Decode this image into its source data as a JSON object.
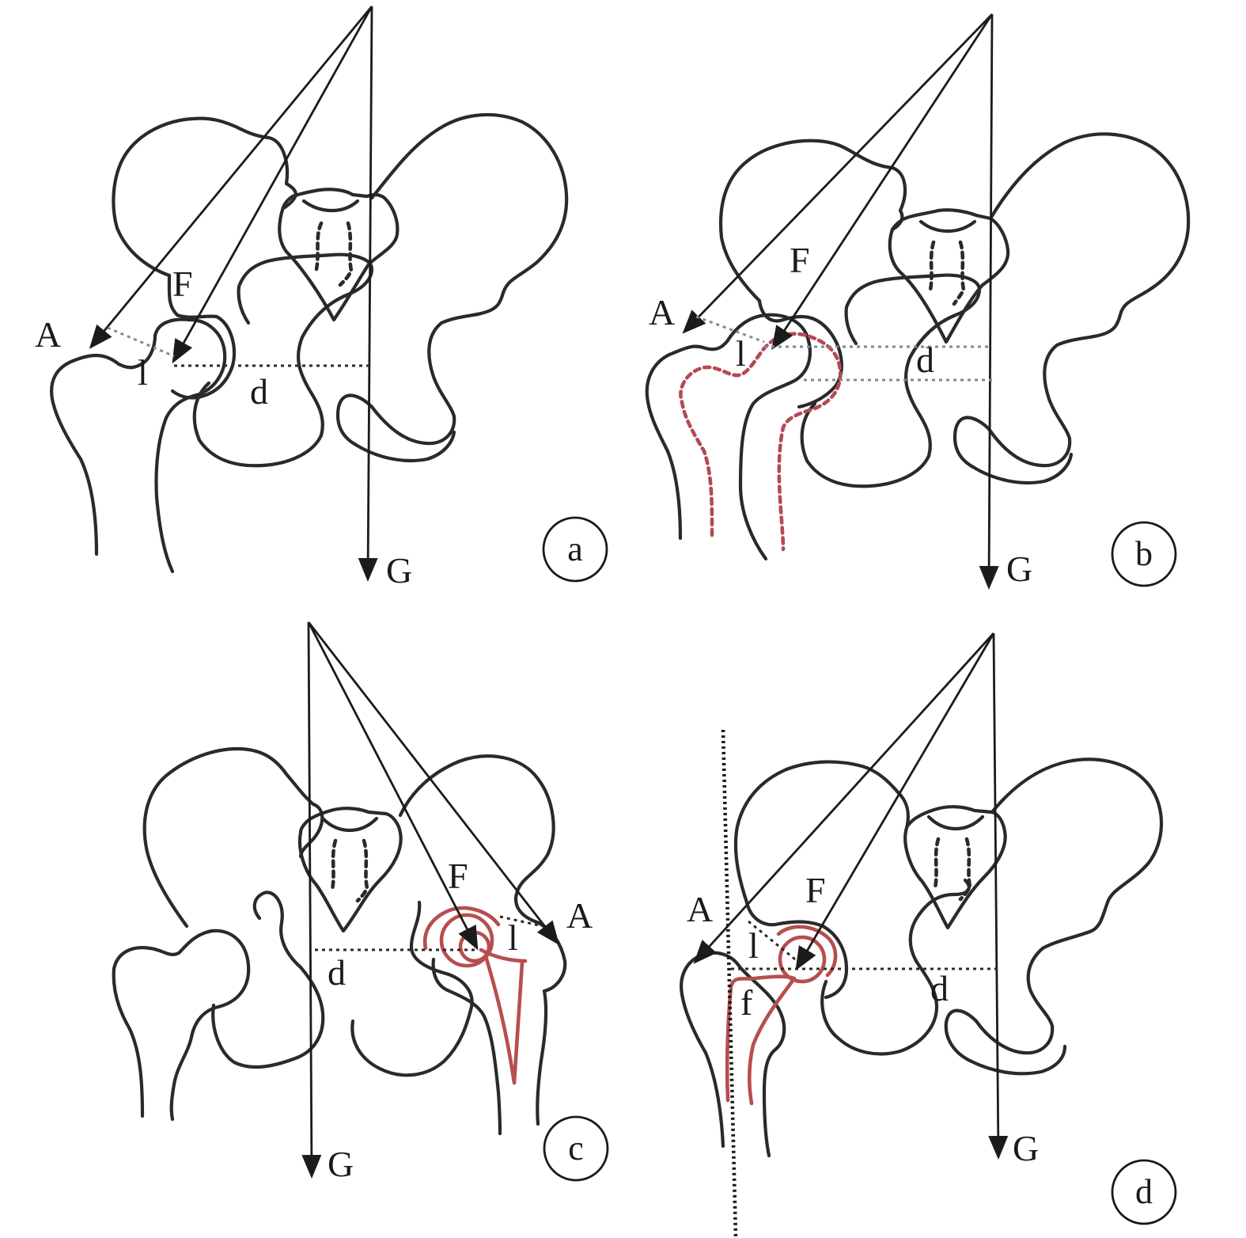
{
  "panels": [
    {
      "id": "a",
      "label": "a",
      "force_labels": {
        "abductor": "A",
        "joint": "F",
        "gravity": "G"
      },
      "lever_labels": {
        "short": "l",
        "long": "d"
      }
    },
    {
      "id": "b",
      "label": "b",
      "force_labels": {
        "abductor": "A",
        "joint": "F",
        "gravity": "G"
      },
      "lever_labels": {
        "short": "l",
        "long": "d"
      }
    },
    {
      "id": "c",
      "label": "c",
      "force_labels": {
        "abductor": "A",
        "joint": "F",
        "gravity": "G"
      },
      "lever_labels": {
        "short": "l",
        "long": "d"
      }
    },
    {
      "id": "d",
      "label": "d",
      "force_labels": {
        "abductor": "A",
        "joint": "F",
        "gravity": "G"
      },
      "lever_labels": {
        "short": "l",
        "long": "d",
        "offset": "f"
      }
    }
  ],
  "colors": {
    "outline": "#2a2a2a",
    "implant": "#b74e4e",
    "arrows": "#1b1b1b"
  }
}
